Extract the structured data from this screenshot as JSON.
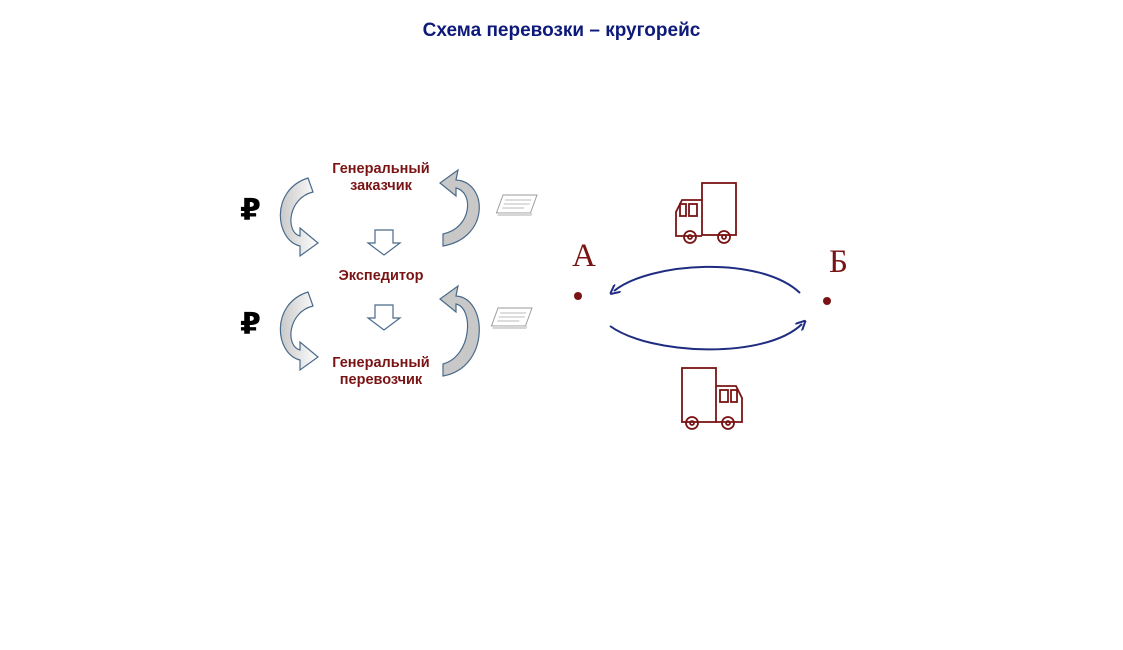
{
  "title": "Схема перевозки – кругорейс",
  "scheme": {
    "customer_line1": "Генеральный",
    "customer_line2": "заказчик",
    "forwarder": "Экспедитор",
    "carrier_line1": "Генеральный",
    "carrier_line2": "перевозчик",
    "ruble_symbol": "₽"
  },
  "route": {
    "point_a": "А",
    "point_b": "Б"
  },
  "colors": {
    "title": "#0d1a7a",
    "label": "#7a1414",
    "route_arrow": "#1f2d80",
    "truck": "#7a1414"
  },
  "icons": [
    "ruble-icon",
    "document-icon",
    "truck-icon",
    "curved-arrow-icon",
    "down-arrow-icon"
  ]
}
